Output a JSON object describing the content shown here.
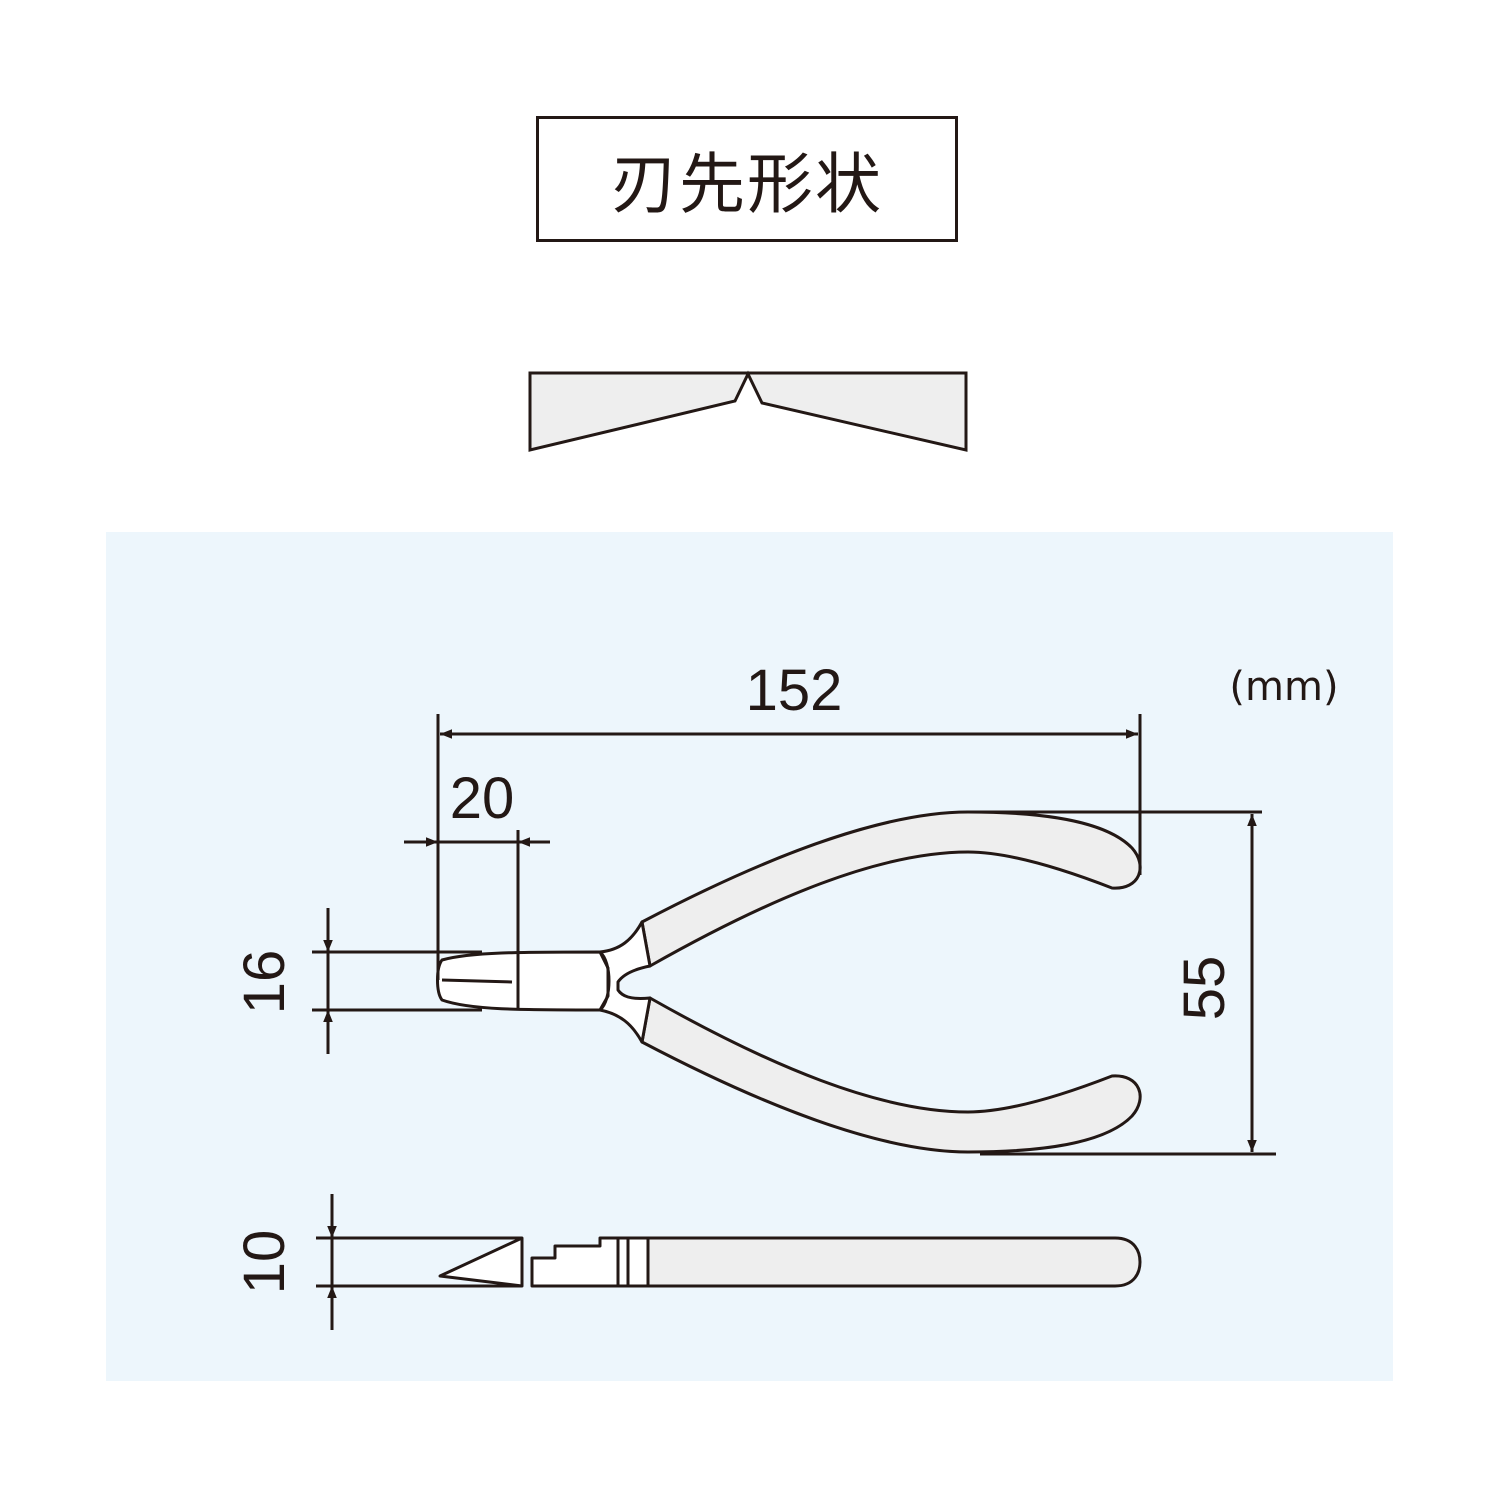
{
  "title": "刃先形状",
  "unit_label": "(mm)",
  "dimensions": {
    "overall_length": "152",
    "head_length": "20",
    "head_width": "16",
    "handle_spread": "55",
    "thickness": "10"
  },
  "colors": {
    "line": "#231815",
    "panel_background": "#edf6fc",
    "handle_fill": "#eeeeee",
    "head_fill": "#ffffff"
  }
}
